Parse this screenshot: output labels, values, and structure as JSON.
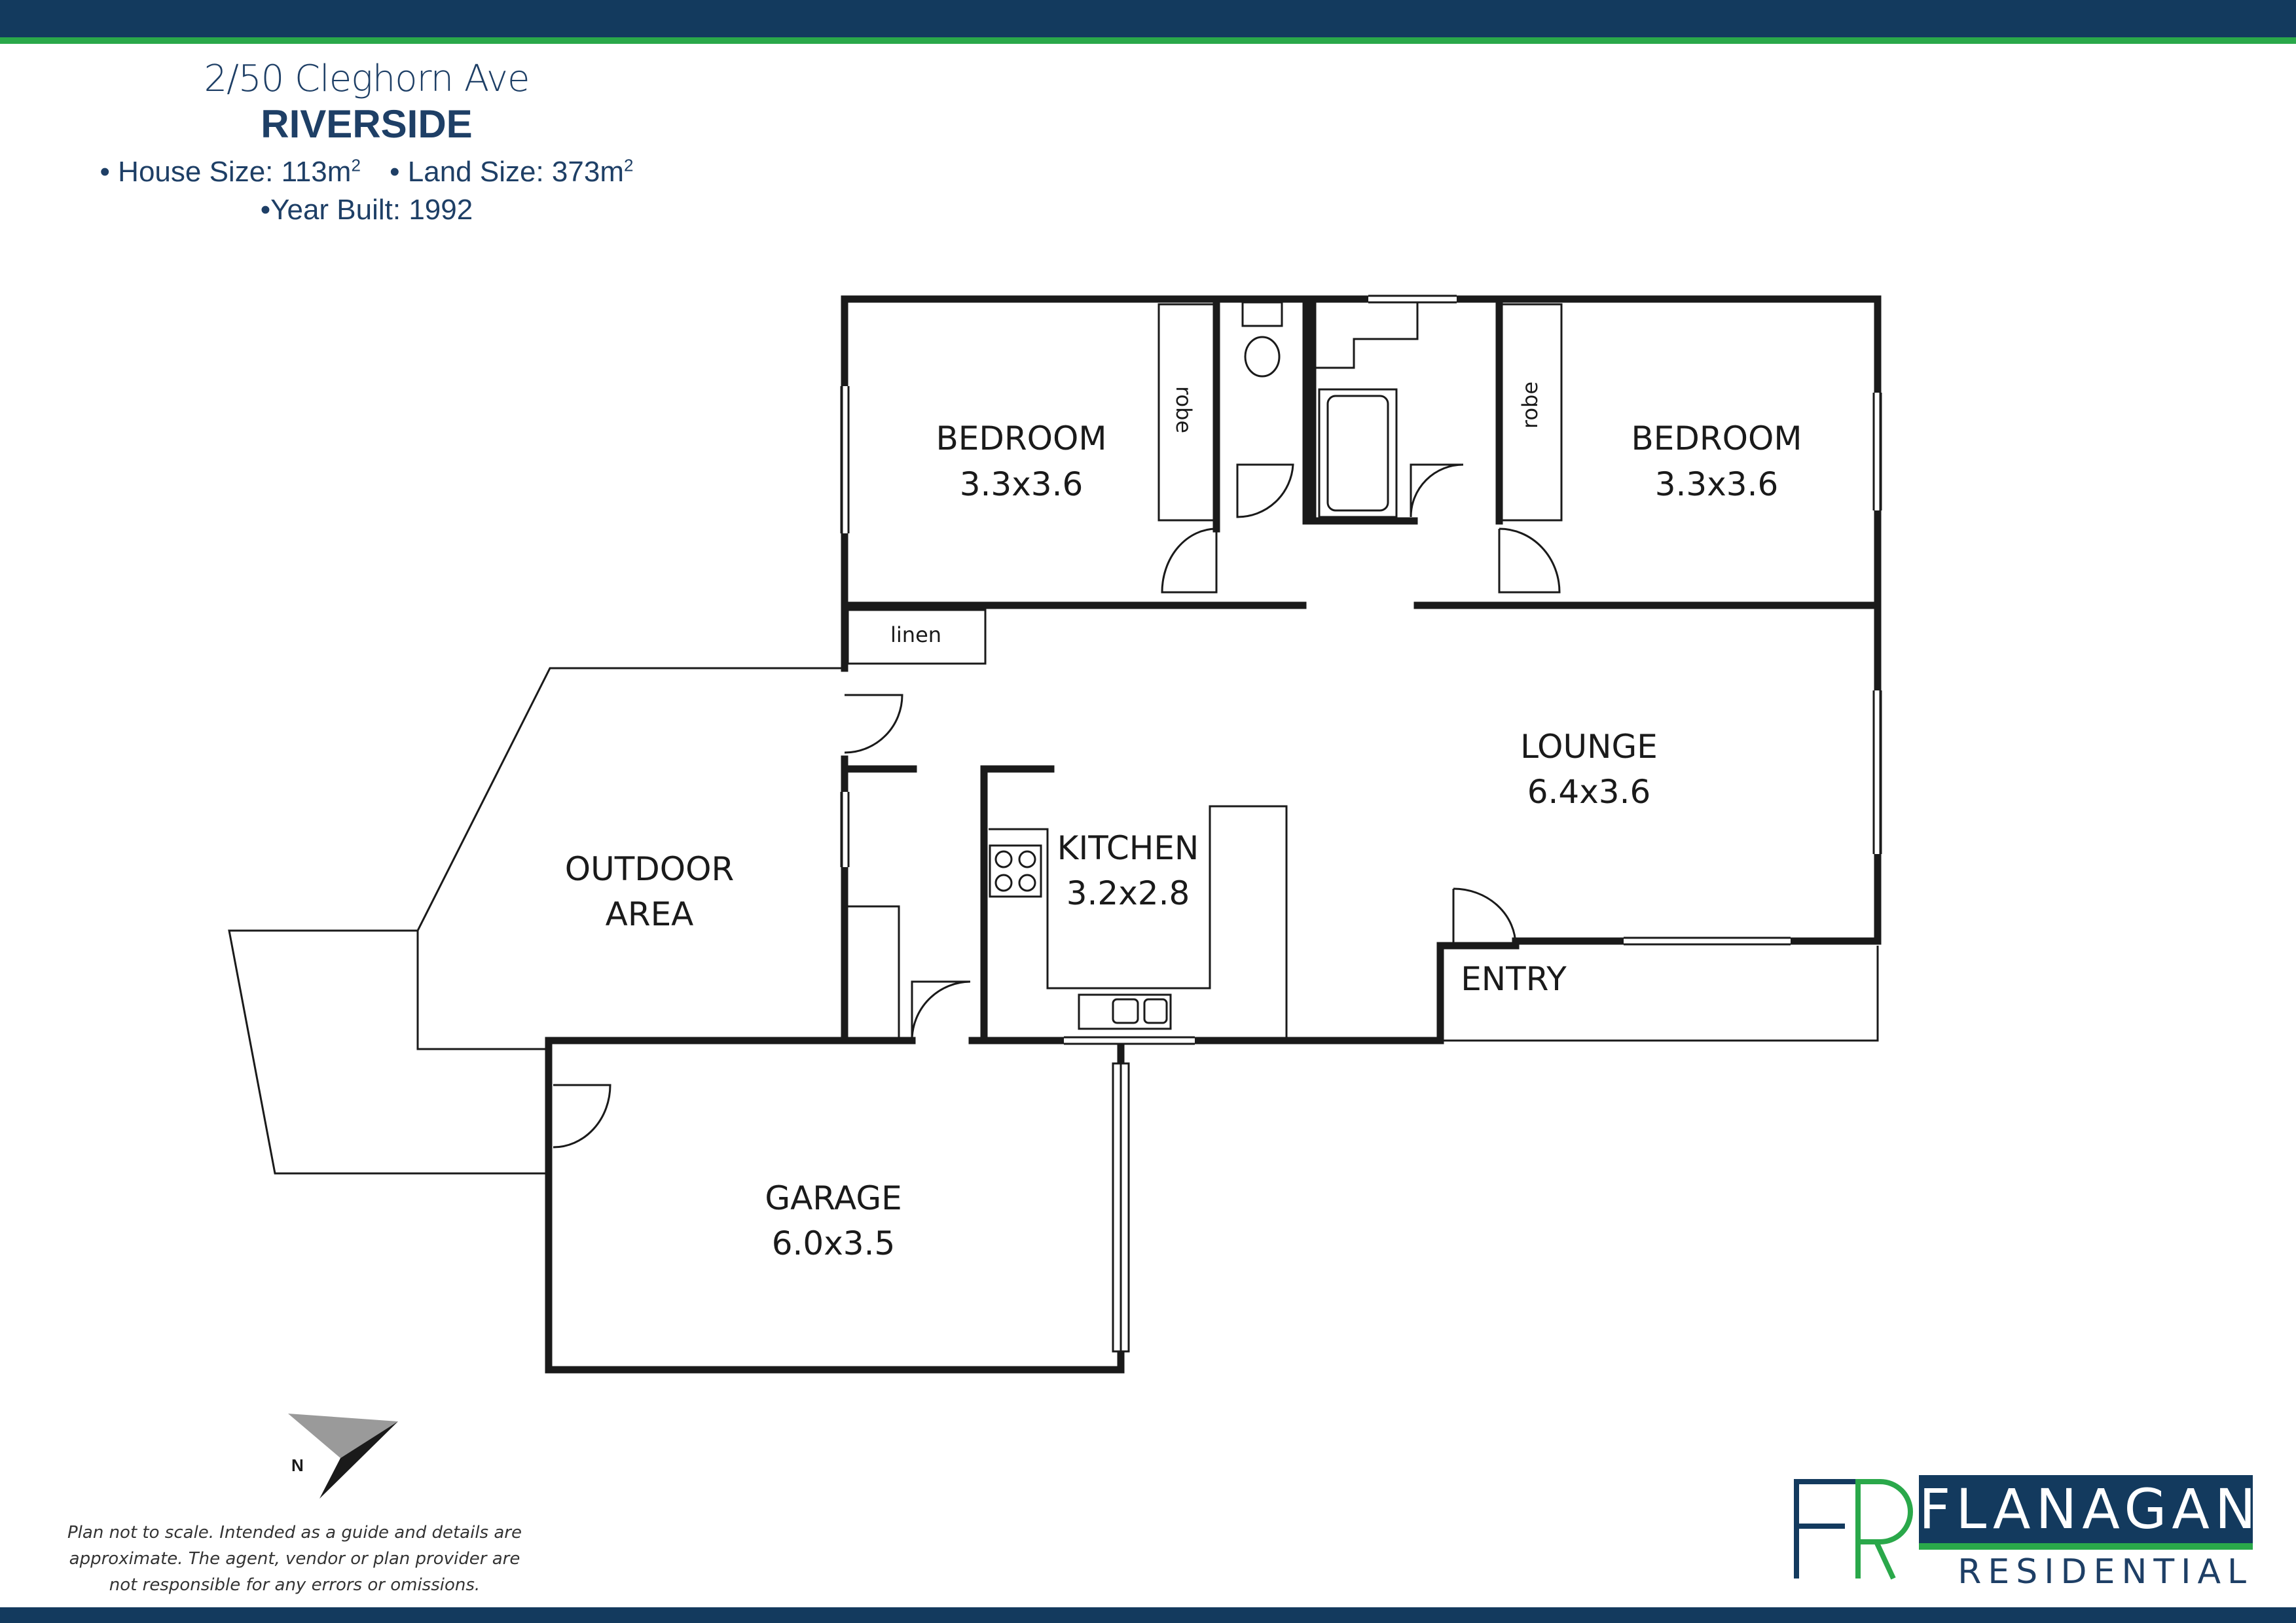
{
  "header": {
    "address": "2/50 Cleghorn Ave",
    "suburb": "RIVERSIDE",
    "house_size_label": "• House Size: 113m",
    "land_size_label": "• Land Size: 373m",
    "sup": "2",
    "year_built": "•Year Built: 1992"
  },
  "rooms": {
    "bedroom1_name": "BEDROOM",
    "bedroom1_size": "3.3x3.6",
    "bedroom2_name": "BEDROOM",
    "bedroom2_size": "3.3x3.6",
    "lounge_name": "LOUNGE",
    "lounge_size": "6.4x3.6",
    "kitchen_name": "KITCHEN",
    "kitchen_size": "3.2x2.8",
    "outdoor_line1": "OUTDOOR",
    "outdoor_line2": "AREA",
    "garage_name": "GARAGE",
    "garage_size": "6.0x3.5",
    "entry_name": "ENTRY",
    "robe1": "robe",
    "robe2": "robe",
    "linen": "linen"
  },
  "compass": {
    "label": "N"
  },
  "disclaimer": "Plan not to scale. Intended as a guide and details are approximate. The agent, vendor or plan provider are not responsible for any errors or omissions.",
  "brand": {
    "name": "FLANAGAN",
    "sub": "RESIDENTIAL"
  },
  "colors": {
    "navy": "#133a5e",
    "green": "#2aa84a",
    "wall": "#1a1a1a"
  }
}
